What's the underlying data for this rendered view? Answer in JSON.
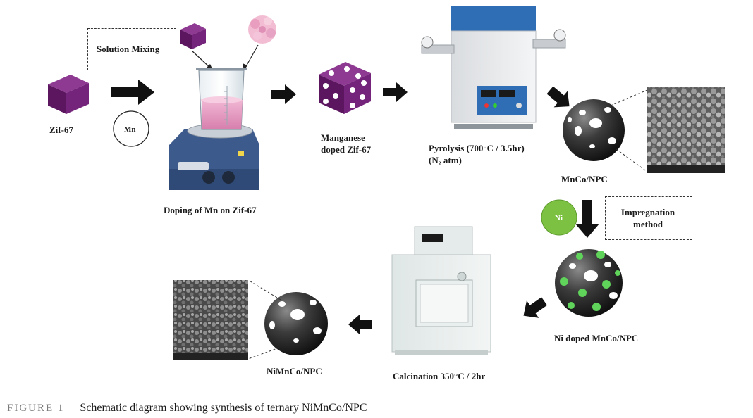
{
  "labels": {
    "zif67": "Zif-67",
    "mn": "Mn",
    "solution_mixing": "Solution Mixing",
    "doping": "Doping of Mn on Zif-67",
    "manganese_doped_line1": "Manganese",
    "manganese_doped_line2": "doped Zif-67",
    "pyrolysis_line1": "Pyrolysis (700°C / 3.5hr)",
    "pyrolysis_line2": "(N₂ atm)",
    "mnco_npc": "MnCo/NPC",
    "ni": "Ni",
    "impregnation_line1": "Impregnation",
    "impregnation_line2": "method",
    "ni_doped": "Ni doped MnCo/NPC",
    "calcination": "Calcination 350°C / 2hr",
    "nimnco_npc": "NiMnCo/NPC"
  },
  "caption": {
    "figure": "FIGURE 1",
    "text": "Schematic diagram showing synthesis of ternary NiMnCo/NPC"
  },
  "colors": {
    "zif_cube": "#6b1f6e",
    "ni_ball": "#7cc142",
    "arrow": "#111111",
    "sphere": "#3a3a3a",
    "stirrer": "#3d5a8c"
  }
}
